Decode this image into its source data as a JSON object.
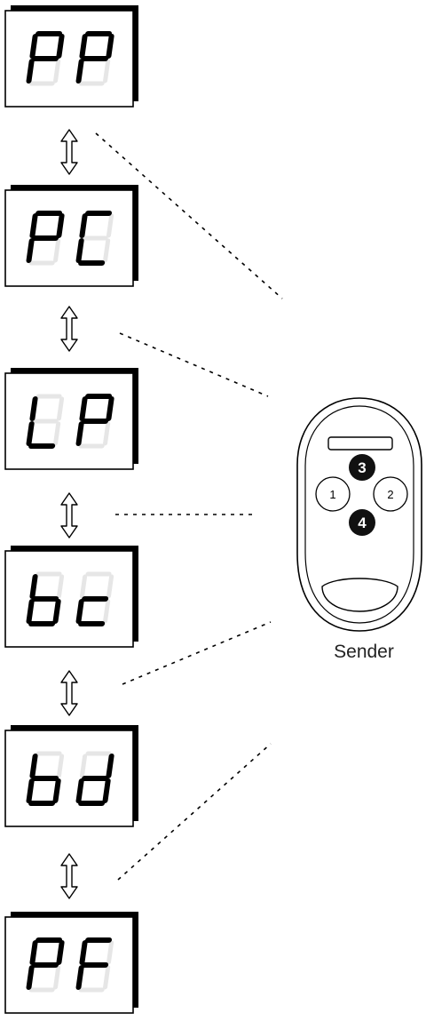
{
  "displays": [
    {
      "id": "PP",
      "left": "P",
      "right": "P"
    },
    {
      "id": "PC",
      "left": "P",
      "right": "C"
    },
    {
      "id": "LP",
      "left": "L",
      "right": "P"
    },
    {
      "id": "bc",
      "left": "b",
      "right": "c"
    },
    {
      "id": "bd",
      "left": "b",
      "right": "d"
    },
    {
      "id": "PF",
      "left": "P",
      "right": "F"
    }
  ],
  "remote": {
    "label": "Sender",
    "buttons": {
      "left": "1",
      "right": "2",
      "top": "3",
      "bottom": "4"
    }
  },
  "colors": {
    "segment_on": "#000000",
    "segment_off": "#e6e6e6",
    "frame": "#000000",
    "button_fill_dark": "#111111"
  }
}
